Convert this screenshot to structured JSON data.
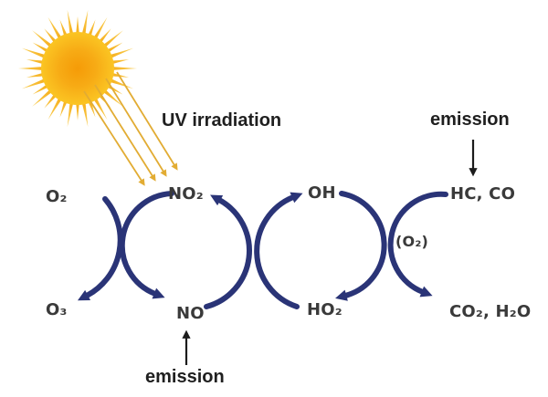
{
  "diagram": {
    "description": "Photochemical smog cycle diagram: UV-driven NO2/NO cycle coupled to OH/HO2 radical cycle oxidizing HC and CO",
    "uv_label": "UV irradiation",
    "emission_top_label": "emission",
    "emission_bottom_label": "emission",
    "species": {
      "o2": "O₂",
      "o3": "O₃",
      "no2": "NO₂",
      "no": "NO",
      "oh": "OH",
      "ho2": "HO₂",
      "hc_co": "HC, CO",
      "o2_paren": "(O₂)",
      "co2_h2o": "CO₂, H₂O"
    },
    "flows": [
      "O2 -> O3",
      "NO2 -> NO (left arc of NOx cycle)",
      "NO -> NO2 (right arc of NOx cycle)",
      "HO2 -> OH (left arc of radical cycle)",
      "OH -> HO2 (right arc of radical cycle)",
      "HC, CO -> CO2, H2O (via O2)",
      "sun UV rays -> NO2",
      "emission -> HC, CO",
      "emission -> NO"
    ],
    "icons": {
      "sun": "sun-icon",
      "uv_rays": "uv-ray-arrows"
    },
    "colors": {
      "arc_navy": "#2a3477",
      "label_text": "#3a3a3a",
      "caption_text": "#1f1f1f",
      "black_arrow": "#1c1c1c",
      "uv_ray_gold": "#e2ac33",
      "sun_core_inner": "#f59b07",
      "sun_core_mid": "#f7ab15",
      "sun_core_edge": "#fbc523",
      "sun_ray_inner": "#f6ae1c",
      "sun_ray_outer": "#f9d056",
      "background": "#ffffff"
    }
  }
}
